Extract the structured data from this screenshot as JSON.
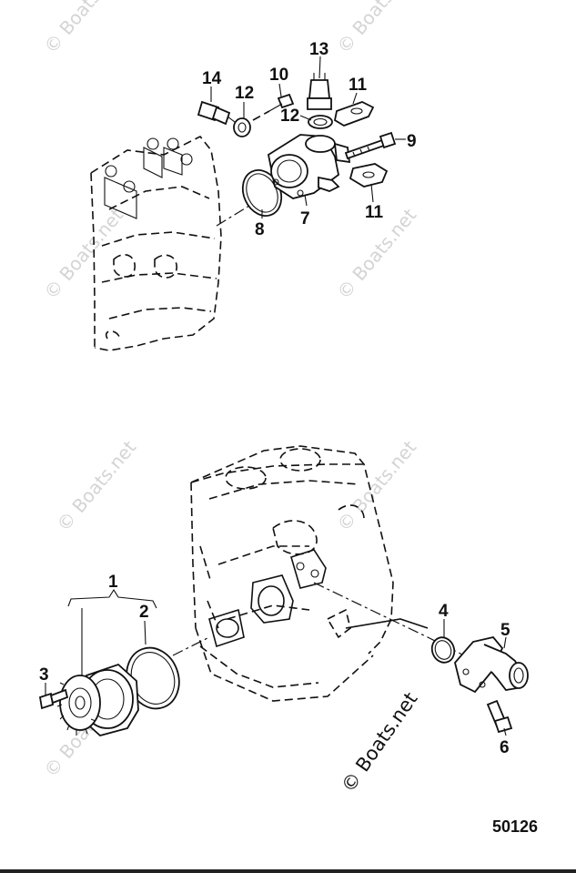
{
  "diagram": {
    "part_id": "50126",
    "watermark": "© Boats.net",
    "callouts": {
      "c1": "1",
      "c2": "2",
      "c3": "3",
      "c4": "4",
      "c5": "5",
      "c6": "6",
      "c7": "7",
      "c8": "8",
      "c9": "9",
      "c10": "10",
      "c11a": "11",
      "c11b": "11",
      "c12a": "12",
      "c12b": "12",
      "c13": "13",
      "c14": "14"
    }
  }
}
